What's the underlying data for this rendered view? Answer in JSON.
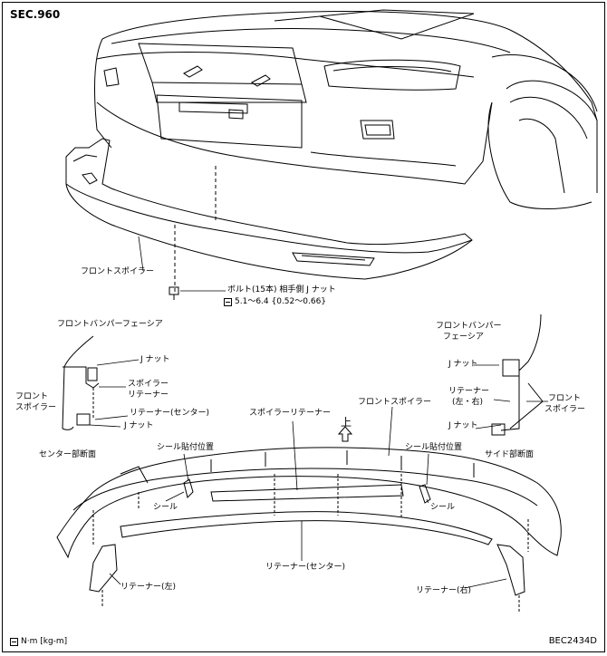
{
  "section": "SEC.960",
  "figure_code": "BEC2434D",
  "legend": {
    "symbol": "torque-wrench-icon",
    "text": "N·m [kg-m]"
  },
  "up_mark": "上",
  "labels": {
    "front_spoiler": "フロントスポイラー",
    "bolt": "ボルト(15本) 相手側 J ナット",
    "torque": "5.1～6.4 {0.52～0.66}",
    "center_bumper_fascia": "フロントバンパーフェーシア",
    "center_front_spoiler_1": "フロント",
    "center_front_spoiler_2": "スポイラー",
    "center_j_nut": "J ナット",
    "spoiler_retainer_1": "スポイラー",
    "spoiler_retainer_2": "リテーナー",
    "retainer_center_paren": "リテーナー(センター)",
    "center_j_nut_2": "J ナット",
    "center_section": "センター部断面",
    "side_bumper_fascia_1": "フロントバンパー",
    "side_bumper_fascia_2": "フェーシア",
    "side_j_nut": "J ナット",
    "retainer_lr": "リテーナー",
    "retainer_lr_2": "(左・右)",
    "side_front_1": "フロント",
    "side_front_2": "スポイラー",
    "side_j_nut_2": "J ナット",
    "side_section": "サイド部断面",
    "spoiler_retainer_main": "スポイラーリテーナー",
    "front_spoiler_main": "フロントスポイラー",
    "seal_pos_left": "シール貼付位置",
    "seal_pos_right": "シール貼付位置",
    "seal_left": "シール",
    "seal_right": "シール",
    "retainer_center": "リテーナー(センター)",
    "retainer_left": "リテーナー(左)",
    "retainer_right": "リテーナー(右)"
  }
}
